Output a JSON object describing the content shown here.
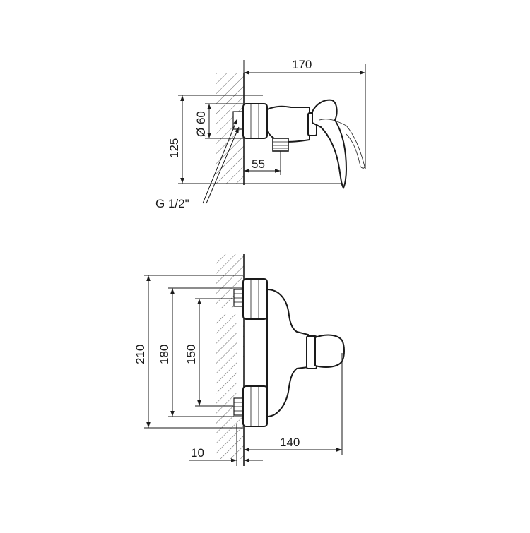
{
  "top_view": {
    "dim_width": "170",
    "dim_height": "125",
    "dim_diameter": "Ø 60",
    "dim_offset": "55",
    "thread_label": "G 1/2\""
  },
  "front_view": {
    "dim_total": "210",
    "dim_mid": "180",
    "dim_inner": "150",
    "dim_wall": "10",
    "dim_depth": "140"
  }
}
